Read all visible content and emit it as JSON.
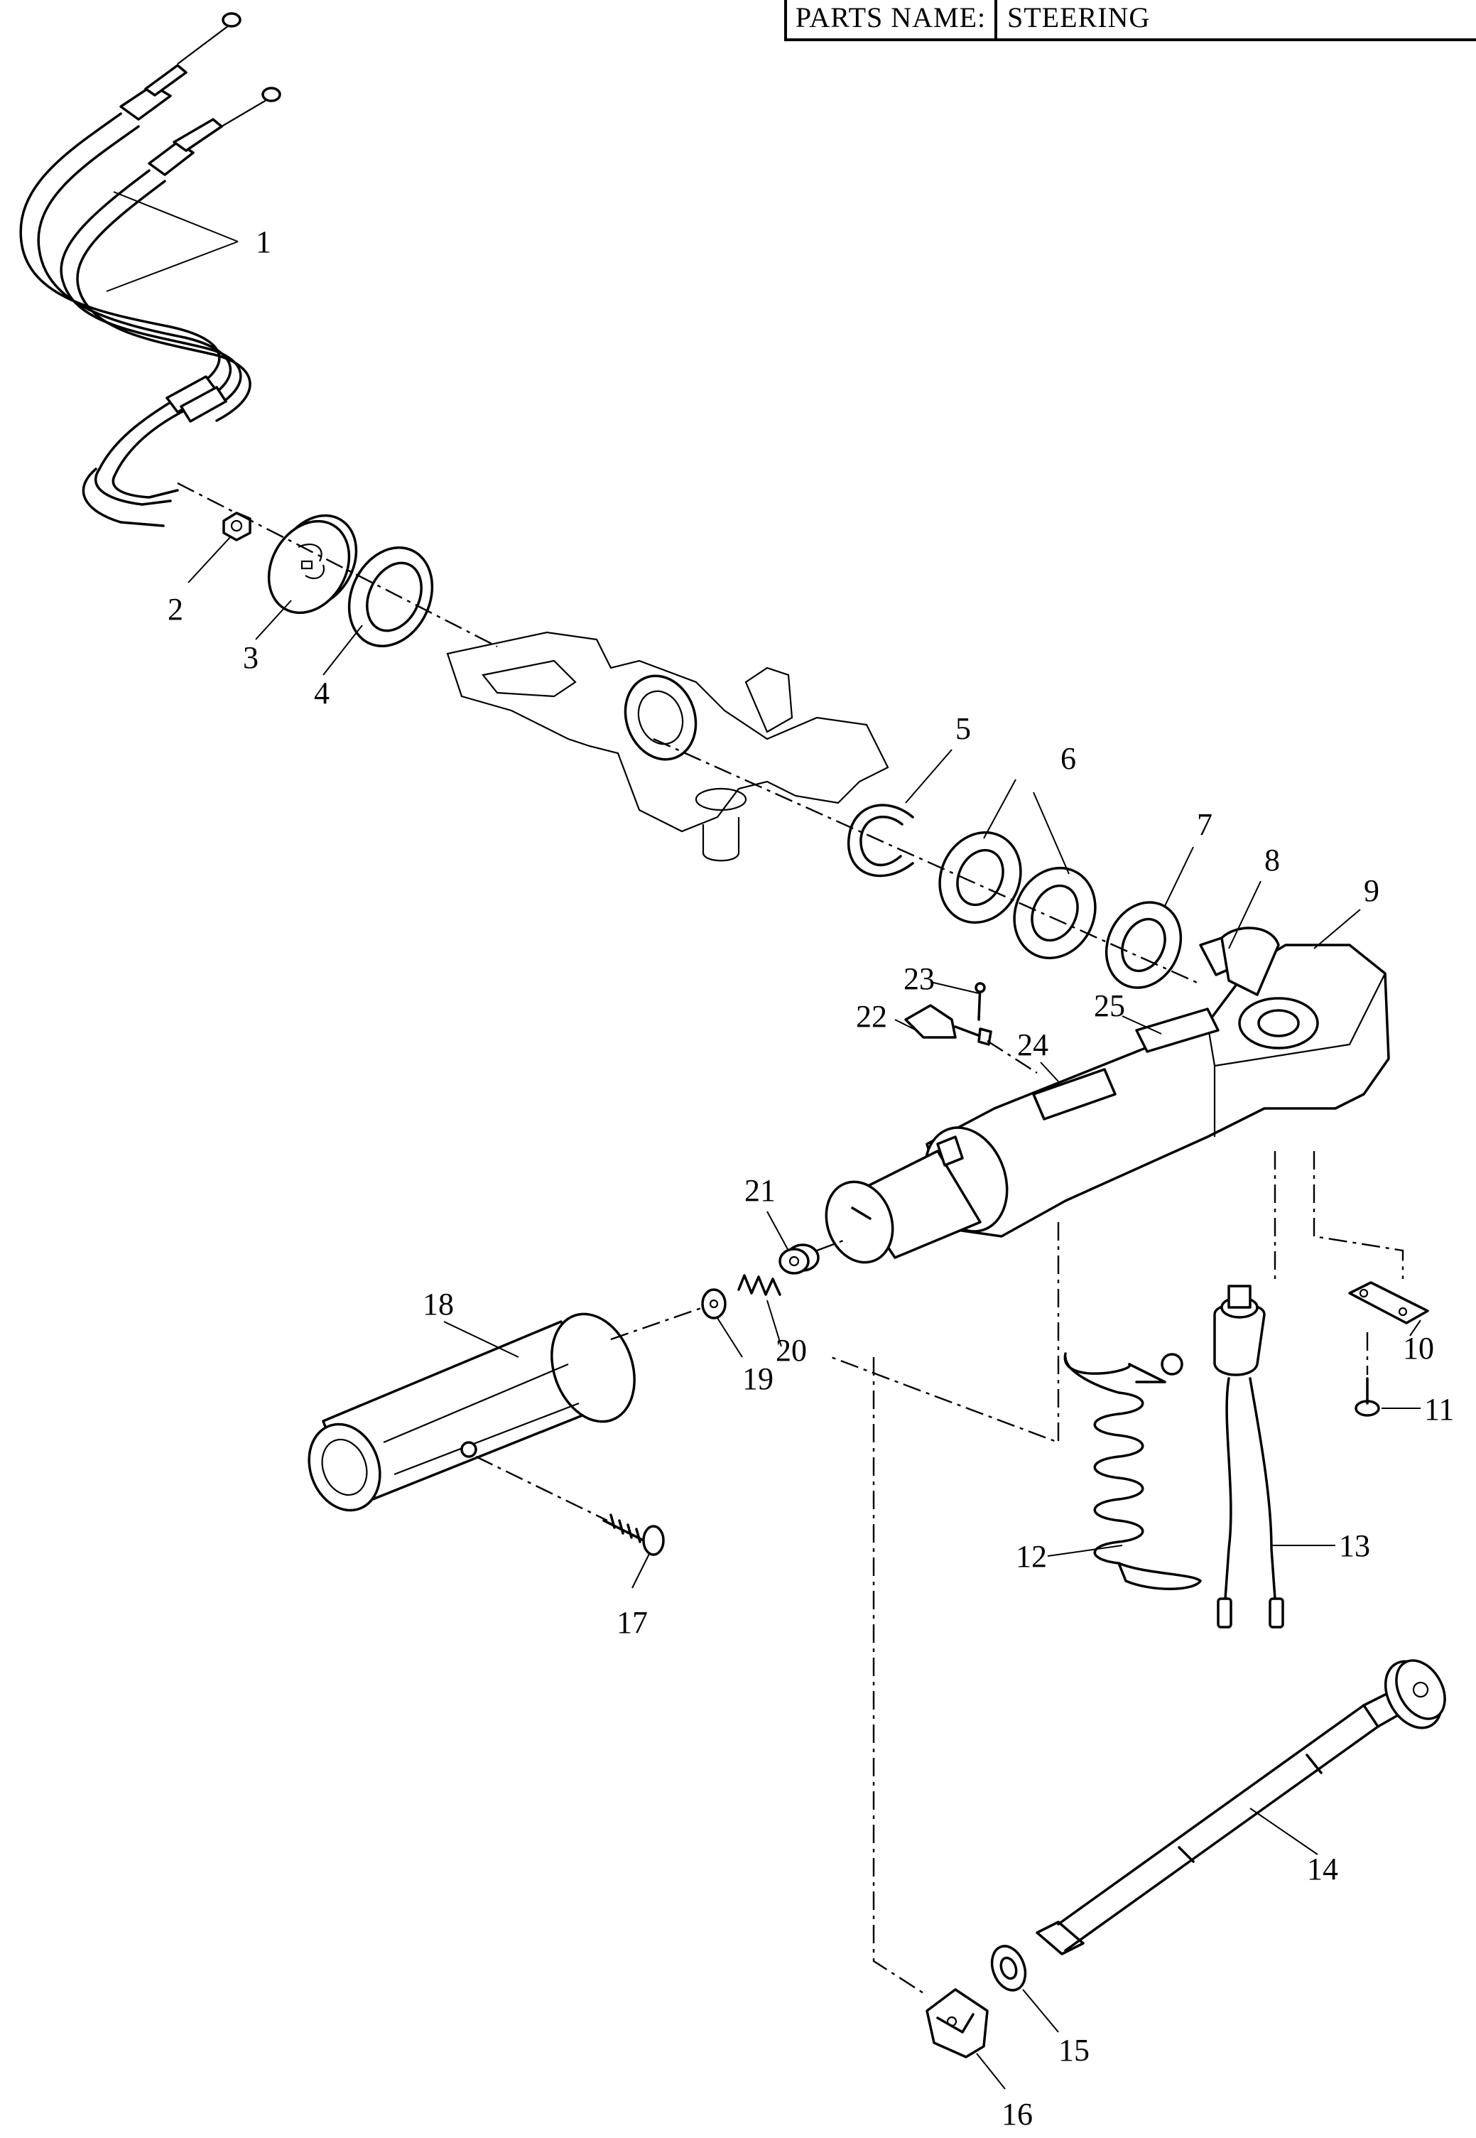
{
  "header": {
    "label": "PARTS NAME:",
    "value": "STEERING"
  },
  "callouts": [
    "1",
    "2",
    "3",
    "4",
    "5",
    "6",
    "7",
    "8",
    "9",
    "10",
    "11",
    "12",
    "13",
    "14",
    "15",
    "16",
    "17",
    "18",
    "19",
    "20",
    "21",
    "22",
    "23",
    "24",
    "25"
  ]
}
